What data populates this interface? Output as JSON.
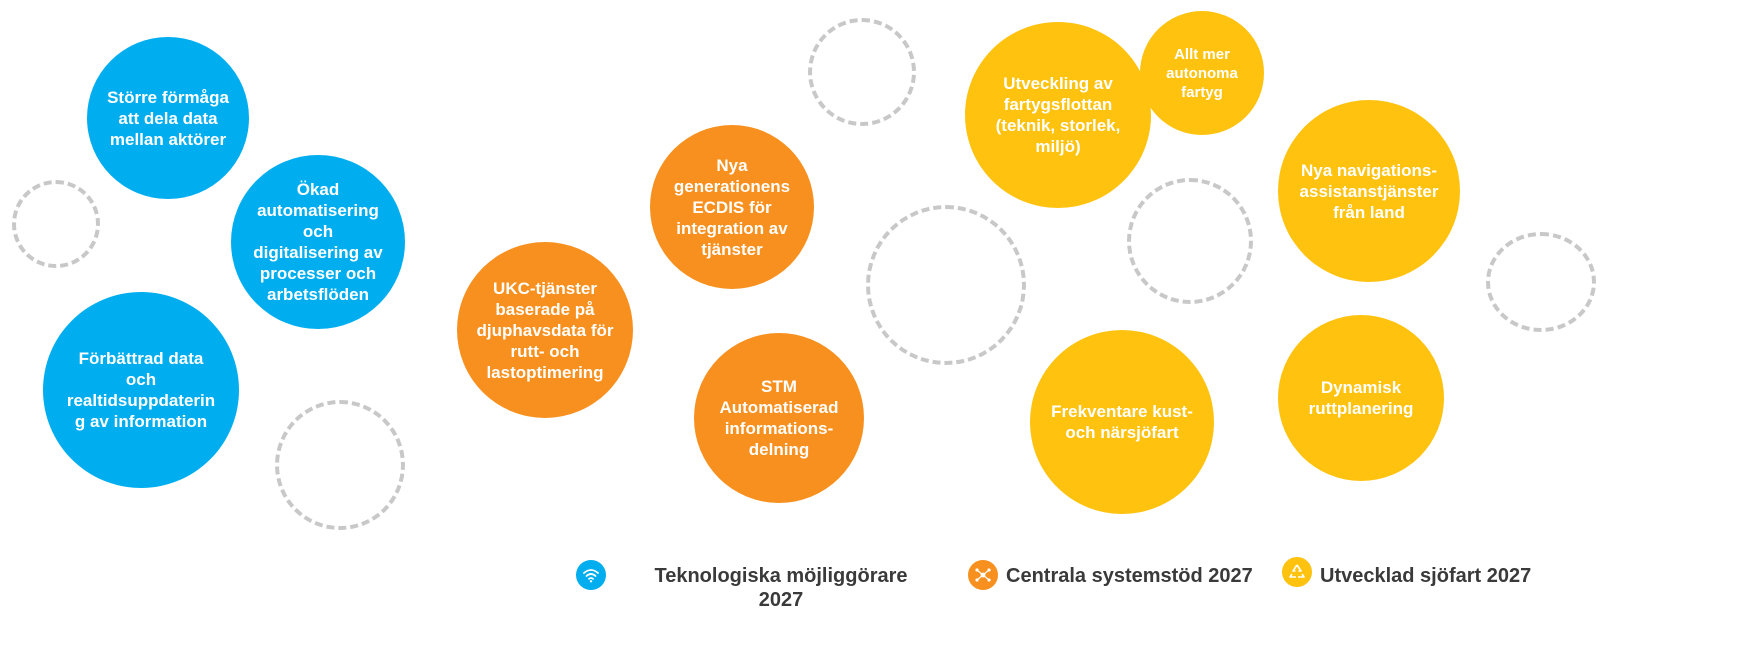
{
  "bubbles": {
    "b1": "Större förmåga\natt dela data\nmellan aktörer",
    "b2": "Ökad\nautomatisering\noch\ndigitalisering av\nprocesser och\narbetsflöden",
    "b3": "Förbättrad data\noch\nrealtidsuppdaterin\ng av information",
    "b4": "Nya\ngenerationens\nECDIS för\nintegration av\ntjänster",
    "b5": "UKC-tjänster\nbaserade på\ndjuphavsdata för\nrutt- och\nlastoptimering",
    "b6": "STM\nAutomatiserad\ninformations-\ndelning",
    "b7": "Utveckling av\nfartygsflottan\n(teknik, storlek,\nmiljö)",
    "b8": "Allt mer\nautonoma\nfartyg",
    "b9": "Nya navigations-\nassistanstjänster\nfrån land",
    "b10": "Frekventare kust-\noch närsjöfart",
    "b11": "Dynamisk\nruttplanering"
  },
  "legend": {
    "tech": "Teknologiska möjliggörare\n2027",
    "central": "Centrala systemstöd 2027",
    "shipping": "Utvecklad sjöfart 2027"
  },
  "colors": {
    "blue": "#00aeef",
    "orange": "#f7901e",
    "yellow": "#fec20f",
    "ring": "#c8c8c8"
  },
  "icons": {
    "tech": "wifi-icon",
    "central": "network-icon",
    "shipping": "recycle-icon"
  }
}
